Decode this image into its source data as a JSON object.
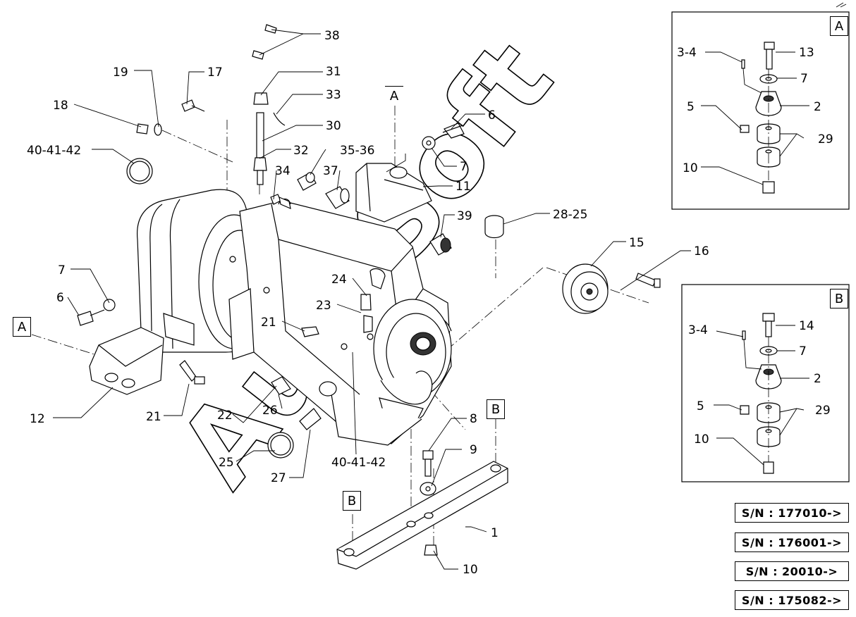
{
  "watermark": "AutoSoft",
  "detail_a": {
    "tag": "A",
    "labels": [
      "3-4",
      "13",
      "7",
      "5",
      "2",
      "29",
      "10"
    ]
  },
  "detail_b": {
    "tag": "B",
    "labels": [
      "3-4",
      "14",
      "7",
      "2",
      "5",
      "29",
      "10"
    ]
  },
  "view_tags": [
    "A",
    "A",
    "B",
    "B"
  ],
  "callouts": {
    "c38": "38",
    "c19": "19",
    "c17": "17",
    "c31": "31",
    "c18": "18",
    "c33": "33",
    "c30": "30",
    "c40_top": "40-41-42",
    "c32": "32",
    "c35_36": "35-36",
    "c6_top": "6",
    "c34": "34",
    "c37": "37",
    "c7_top": "7",
    "c11": "11",
    "c39": "39",
    "c28_25": "28-25",
    "c15": "15",
    "c16": "16",
    "c7_left": "7",
    "c6_left": "6",
    "c24": "24",
    "c23": "23",
    "c21_mid": "21",
    "c12": "12",
    "c21_low": "21",
    "c22": "22",
    "c26": "26",
    "c25": "25",
    "c27": "27",
    "c40_bot": "40-41-42",
    "c8": "8",
    "c9": "9",
    "c1": "1",
    "c10": "10"
  },
  "serial_numbers": [
    "S/N : 177010->",
    "S/N : 176001->",
    "S/N : 20010->",
    "S/N : 175082->"
  ]
}
